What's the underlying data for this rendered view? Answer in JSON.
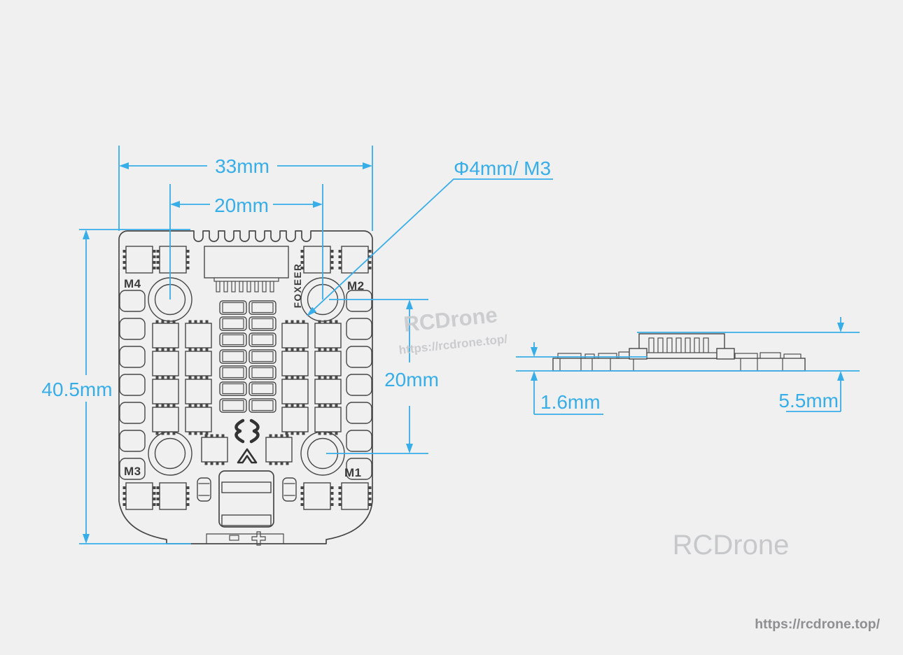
{
  "colors": {
    "background": "#f0f0f1",
    "line": "#474747",
    "accent": "#38aee9",
    "watermark_light": "#c6c8ca",
    "watermark_dark": "#8f8f91"
  },
  "top_view": {
    "dim_width": "33mm",
    "dim_hole_pitch_h": "20mm",
    "hole_callout": "Φ4mm/ M3",
    "dim_height": "40.5mm",
    "dim_hole_pitch_v": "20mm",
    "brand": "FOXEER",
    "labels": {
      "m1": "M1",
      "m2": "M2",
      "m3": "M3",
      "m4": "M4"
    }
  },
  "side_view": {
    "dim_thickness": "1.6mm",
    "dim_total_height": "5.5mm"
  },
  "watermarks": {
    "center": {
      "title": "RCDrone",
      "url": "https://rcdrone.top/"
    },
    "corner": {
      "title": "RCDrone",
      "url": "https://rcdrone.top/"
    }
  }
}
